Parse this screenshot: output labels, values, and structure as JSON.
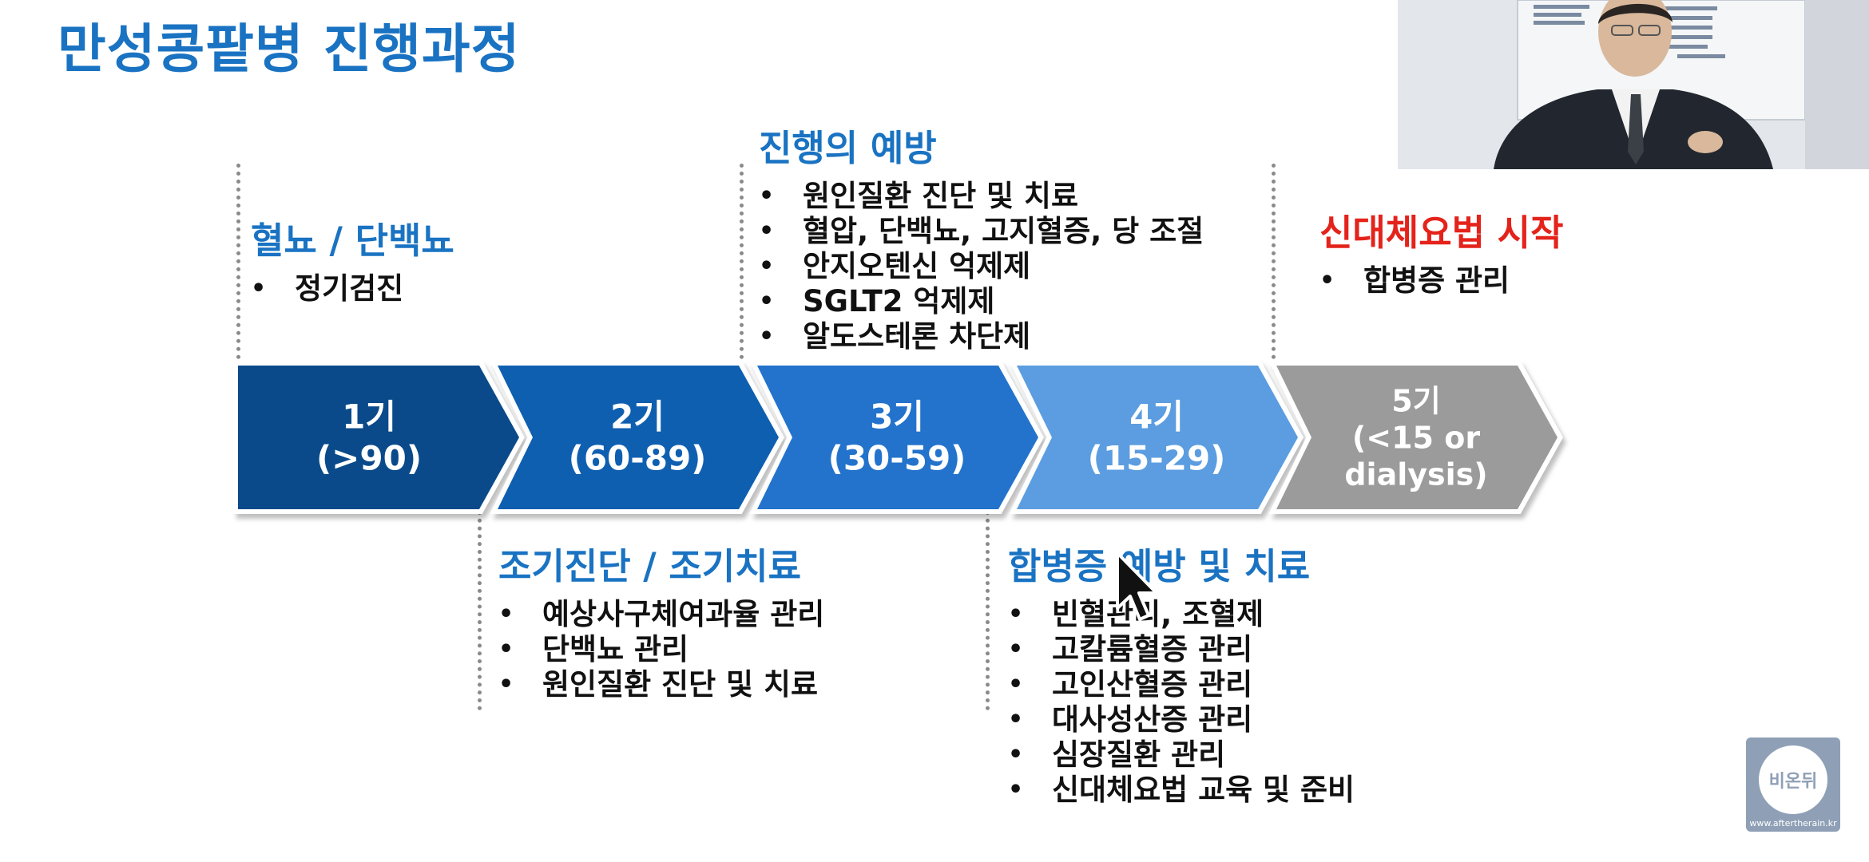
{
  "title": "만성콩팥병 진행과정",
  "stages": [
    {
      "line1": "1기",
      "line2": "(>90)",
      "line3": "",
      "color": "#0a4a8a"
    },
    {
      "line1": "2기",
      "line2": "(60-89)",
      "line3": "",
      "color": "#0f5fb0"
    },
    {
      "line1": "3기",
      "line2": "(30-59)",
      "line3": "",
      "color": "#2373cc"
    },
    {
      "line1": "4기",
      "line2": "(15-29)",
      "line3": "",
      "color": "#5b9de0"
    },
    {
      "line1": "5기",
      "line2": "(<15 or",
      "line3": "dialysis)",
      "color": "#9b9b9b"
    }
  ],
  "blocks": {
    "hematuria": {
      "heading": "혈뇨 / 단백뇨",
      "items": [
        "정기검진"
      ]
    },
    "prevention": {
      "heading": "진행의 예방",
      "items": [
        "원인질환 진단 및 치료",
        "혈압, 단백뇨, 고지혈증, 당 조절",
        "안지오텐신 억제제",
        "SGLT2 억제제",
        "알도스테론 차단제"
      ]
    },
    "rrt": {
      "heading": "신대체요법 시작",
      "items": [
        "합병증 관리"
      ]
    },
    "early": {
      "heading": "조기진단 / 조기치료",
      "items": [
        "예상사구체여과율 관리",
        "단백뇨 관리",
        "원인질환 진단 및 치료"
      ]
    },
    "complication": {
      "heading": "합병증 예방 및 치료",
      "items": [
        "빈혈관리, 조혈제",
        "고칼륨혈증 관리",
        "고인산혈증 관리",
        "대사성산증 관리",
        "심장질환 관리",
        "신대체요법 교육 및 준비"
      ]
    }
  },
  "logo": {
    "text": "비온뒤",
    "url": "www.aftertherain.kr"
  },
  "colors": {
    "accent": "#1a73c2",
    "red": "#e4231b"
  }
}
